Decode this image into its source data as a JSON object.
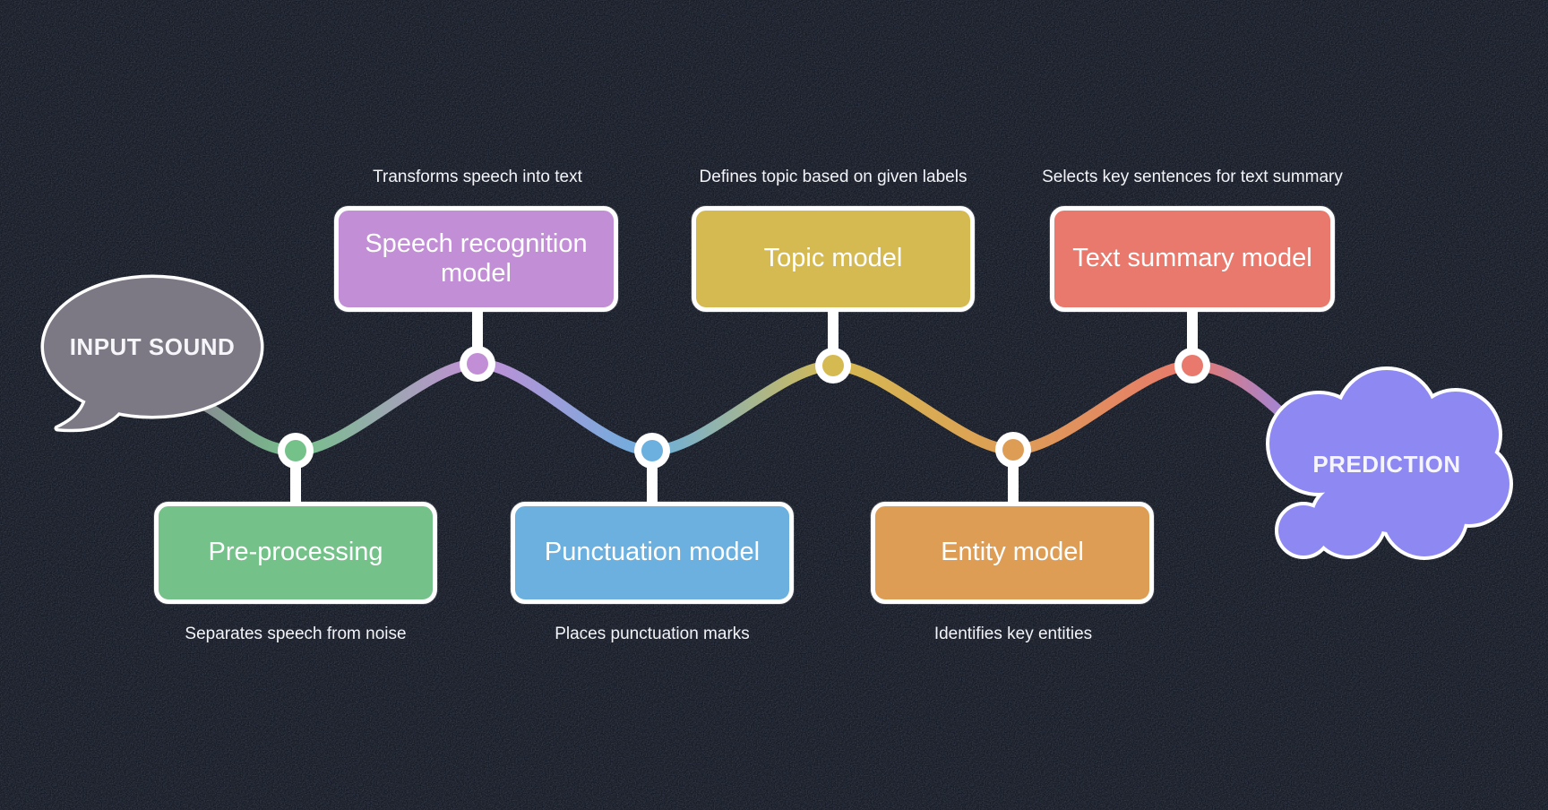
{
  "background": {
    "base_color": "#333a4b"
  },
  "input_bubble": {
    "label": "INPUT SOUND",
    "color": "#7c7884",
    "shape": "speech-bubble"
  },
  "output_cloud": {
    "label": "PREDICTION",
    "color": "#8e88f3",
    "shape": "cloud"
  },
  "stages": [
    {
      "label": "Pre-processing",
      "caption": "Separates speech from noise",
      "color": "#74c189",
      "position": "bottom"
    },
    {
      "label": "Speech recognition model",
      "caption": "Transforms speech into text",
      "color": "#c28fd6",
      "position": "top"
    },
    {
      "label": "Punctuation model",
      "caption": "Places punctuation marks",
      "color": "#6bb0de",
      "position": "bottom"
    },
    {
      "label": "Topic model",
      "caption": "Defines topic based on given labels",
      "color": "#d5ba52",
      "position": "top"
    },
    {
      "label": "Entity model",
      "caption": "Identifies key entities",
      "color": "#de9d55",
      "position": "bottom"
    },
    {
      "label": "Text summary model",
      "caption": "Selects key sentences for text summary",
      "color": "#e8796c",
      "position": "top"
    }
  ],
  "line": {
    "node_ring_color": "#ffffff",
    "gradient_stops": [
      "#8a8894",
      "#74c189",
      "#c28fd6",
      "#6bb0de",
      "#d5ba52",
      "#de9d55",
      "#e8796c",
      "#8e88f3"
    ]
  }
}
